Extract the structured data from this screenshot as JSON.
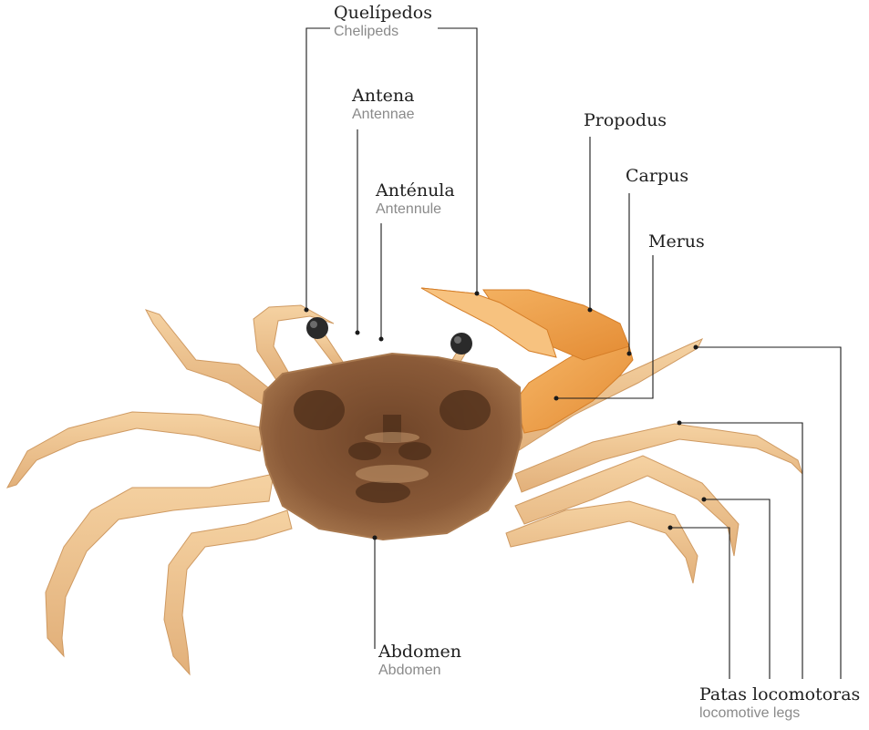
{
  "labels": {
    "chelipeds": {
      "es": "Quelípedos",
      "en": "Chelipeds"
    },
    "antenna": {
      "es": "Antena",
      "en": "Antennae"
    },
    "antennule": {
      "es": "Anténula",
      "en": "Antennule"
    },
    "propodus": {
      "es": "Propodus"
    },
    "carpus": {
      "es": "Carpus"
    },
    "merus": {
      "es": "Merus"
    },
    "abdomen": {
      "es": "Abdomen",
      "en": "Abdomen"
    },
    "locomotive_legs": {
      "es": "Patas locomotoras",
      "en": "locomotive legs"
    }
  },
  "colors": {
    "leg": "#f0c48c",
    "leg_shade": "#d9a468",
    "claw": "#f0a04a",
    "claw_dark": "#e08a30",
    "carapace": "#8a5a38",
    "carapace_dark": "#5e3a22",
    "eye": "#2a2a2a"
  },
  "subject": "crab-illustration"
}
